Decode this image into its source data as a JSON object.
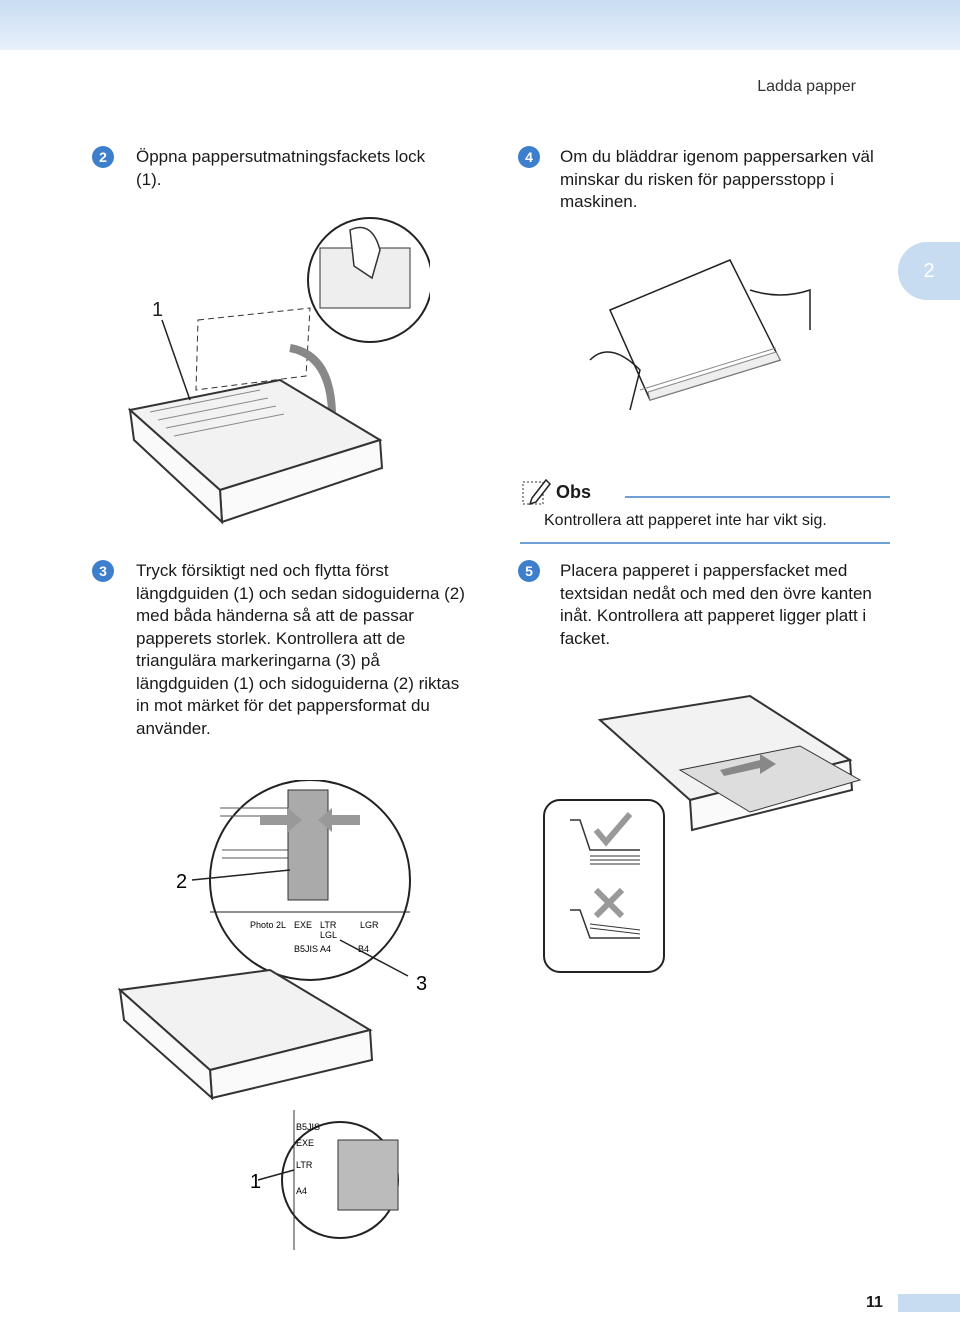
{
  "header": {
    "running_title": "Ladda papper",
    "chapter_tab": "2"
  },
  "steps": [
    {
      "number": "2",
      "text": "Öppna pappersutmatningsfackets lock (1)."
    },
    {
      "number": "3",
      "text": "Tryck försiktigt ned och flytta först längdguiden (1) och sedan sidoguiderna (2) med båda händerna så att de passar papperets storlek. Kontrollera att de triangulära markeringarna (3) på längdguiden (1) och sidoguiderna (2) riktas in mot märket för det pappersformat du använder."
    },
    {
      "number": "4",
      "text": "Om du bläddrar igenom pappersarken väl minskar du risken för pappersstopp i maskinen."
    },
    {
      "number": "5",
      "text": "Placera papperet i pappersfacket med textsidan nedåt och med den övre kanten inåt. Kontrollera att papperet ligger platt i facket."
    }
  ],
  "note": {
    "title": "Obs",
    "text": "Kontrollera att papperet inte har vikt sig."
  },
  "figures": {
    "fig1": {
      "callouts": [
        "1"
      ]
    },
    "fig3": {
      "callouts": [
        "2",
        "3",
        "1"
      ],
      "scale_labels": [
        "Photo 2L",
        "EXE",
        "LTR",
        "LGL",
        "LGR",
        "B5JIS",
        "A4",
        "B4"
      ],
      "guide_labels": [
        "B5JIS",
        "EXE",
        "LTR",
        "A4"
      ]
    }
  },
  "footer": {
    "page_number": "11"
  },
  "colors": {
    "accent": "#3d7fcc",
    "tab": "#c7dbf1",
    "rule": "#6f9fd6"
  }
}
